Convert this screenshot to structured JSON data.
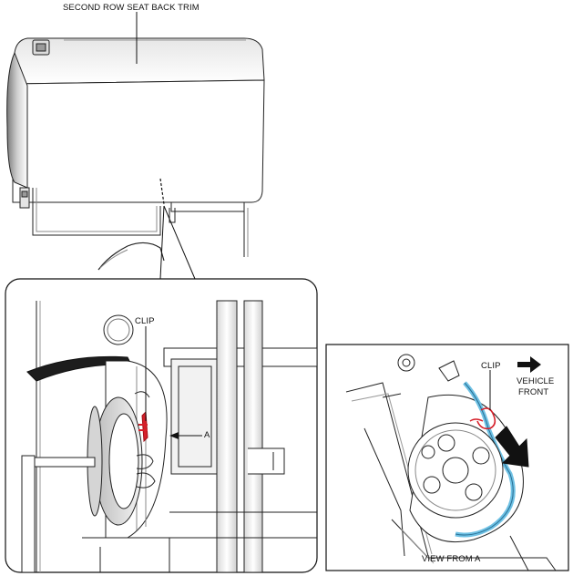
{
  "labels": {
    "title": "SECOND ROW SEAT BACK TRIM",
    "clip_detail": "CLIP",
    "marker_a": "A",
    "clip_view": "CLIP",
    "vehicle_front_line1": "VEHICLE",
    "vehicle_front_line2": "FRONT",
    "view_from_a": "VIEW FROM A"
  },
  "colors": {
    "line": "#222222",
    "clip_highlight": "#d6202a",
    "trim_edge_highlight": "#6ec1e4",
    "arrow_fill": "#111111"
  }
}
